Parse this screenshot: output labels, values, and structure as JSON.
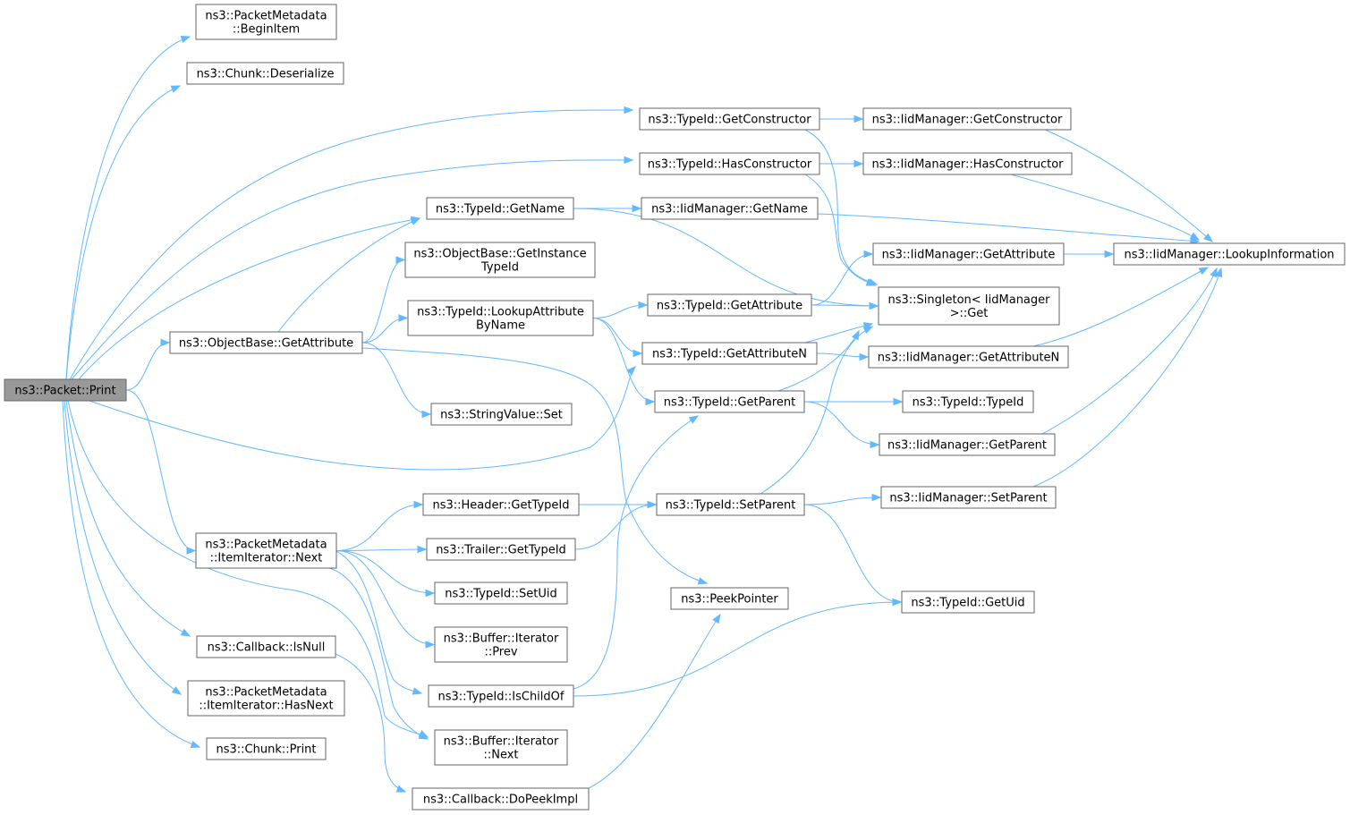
{
  "colors": {
    "edge": "#63b8ff",
    "node_border": "#666666",
    "root_fill": "#999999",
    "node_fill": "#ffffff"
  },
  "nodes": [
    {
      "id": "print",
      "lines": [
        "ns3::Packet::Print"
      ],
      "root": true
    },
    {
      "id": "beginitem",
      "lines": [
        "ns3::PacketMetadata",
        "::BeginItem"
      ]
    },
    {
      "id": "deserialize",
      "lines": [
        "ns3::Chunk::Deserialize"
      ]
    },
    {
      "id": "getconstructor",
      "lines": [
        "ns3::TypeId::GetConstructor"
      ]
    },
    {
      "id": "hasconstructor",
      "lines": [
        "ns3::TypeId::HasConstructor"
      ]
    },
    {
      "id": "getname",
      "lines": [
        "ns3::TypeId::GetName"
      ]
    },
    {
      "id": "getinstancetypeid",
      "lines": [
        "ns3::ObjectBase::GetInstance",
        "TypeId"
      ]
    },
    {
      "id": "obj_getattribute",
      "lines": [
        "ns3::ObjectBase::GetAttribute"
      ]
    },
    {
      "id": "lookupattrbyname",
      "lines": [
        "ns3::TypeId::LookupAttribute",
        "ByName"
      ]
    },
    {
      "id": "stringvalueset",
      "lines": [
        "ns3::StringValue::Set"
      ]
    },
    {
      "id": "pm_next",
      "lines": [
        "ns3::PacketMetadata",
        "::ItemIterator::Next"
      ]
    },
    {
      "id": "header_gettypeid",
      "lines": [
        "ns3::Header::GetTypeId"
      ]
    },
    {
      "id": "trailer_gettypeid",
      "lines": [
        "ns3::Trailer::GetTypeId"
      ]
    },
    {
      "id": "setuid",
      "lines": [
        "ns3::TypeId::SetUid"
      ]
    },
    {
      "id": "buf_prev",
      "lines": [
        "ns3::Buffer::Iterator",
        "::Prev"
      ]
    },
    {
      "id": "ischildof",
      "lines": [
        "ns3::TypeId::IsChildOf"
      ]
    },
    {
      "id": "buf_next",
      "lines": [
        "ns3::Buffer::Iterator",
        "::Next"
      ]
    },
    {
      "id": "isnull",
      "lines": [
        "ns3::Callback::IsNull"
      ]
    },
    {
      "id": "hasnext",
      "lines": [
        "ns3::PacketMetadata",
        "::ItemIterator::HasNext"
      ]
    },
    {
      "id": "chunk_print",
      "lines": [
        "ns3::Chunk::Print"
      ]
    },
    {
      "id": "dopeekimpl",
      "lines": [
        "ns3::Callback::DoPeekImpl"
      ]
    },
    {
      "id": "iid_getname",
      "lines": [
        "ns3::IidManager::GetName"
      ]
    },
    {
      "id": "tid_getattribute",
      "lines": [
        "ns3::TypeId::GetAttribute"
      ]
    },
    {
      "id": "getattributen",
      "lines": [
        "ns3::TypeId::GetAttributeN"
      ]
    },
    {
      "id": "getparent",
      "lines": [
        "ns3::TypeId::GetParent"
      ]
    },
    {
      "id": "setparent",
      "lines": [
        "ns3::TypeId::SetParent"
      ]
    },
    {
      "id": "peekpointer",
      "lines": [
        "ns3::PeekPointer"
      ]
    },
    {
      "id": "iid_getconstructor",
      "lines": [
        "ns3::IidManager::GetConstructor"
      ]
    },
    {
      "id": "iid_hasconstructor",
      "lines": [
        "ns3::IidManager::HasConstructor"
      ]
    },
    {
      "id": "iid_getattribute",
      "lines": [
        "ns3::IidManager::GetAttribute"
      ]
    },
    {
      "id": "singleton_get",
      "lines": [
        "ns3::Singleton< IidManager",
        ">::Get"
      ]
    },
    {
      "id": "iid_getattributen",
      "lines": [
        "ns3::IidManager::GetAttributeN"
      ]
    },
    {
      "id": "typeid_ctor",
      "lines": [
        "ns3::TypeId::TypeId"
      ]
    },
    {
      "id": "iid_getparent",
      "lines": [
        "ns3::IidManager::GetParent"
      ]
    },
    {
      "id": "iid_setparent",
      "lines": [
        "ns3::IidManager::SetParent"
      ]
    },
    {
      "id": "getuid",
      "lines": [
        "ns3::TypeId::GetUid"
      ]
    },
    {
      "id": "lookupinformation",
      "lines": [
        "ns3::IidManager::LookupInformation"
      ]
    }
  ],
  "edges": [
    [
      "print",
      "beginitem"
    ],
    [
      "print",
      "deserialize"
    ],
    [
      "print",
      "getconstructor"
    ],
    [
      "print",
      "hasconstructor"
    ],
    [
      "print",
      "getname"
    ],
    [
      "print",
      "obj_getattribute"
    ],
    [
      "print",
      "getattributen"
    ],
    [
      "print",
      "pm_next"
    ],
    [
      "print",
      "isnull"
    ],
    [
      "print",
      "hasnext"
    ],
    [
      "print",
      "chunk_print"
    ],
    [
      "print",
      "buf_next"
    ],
    [
      "obj_getattribute",
      "getname"
    ],
    [
      "obj_getattribute",
      "getinstancetypeid"
    ],
    [
      "obj_getattribute",
      "lookupattrbyname"
    ],
    [
      "obj_getattribute",
      "stringvalueset"
    ],
    [
      "obj_getattribute",
      "peekpointer"
    ],
    [
      "lookupattrbyname",
      "tid_getattribute"
    ],
    [
      "lookupattrbyname",
      "getattributen"
    ],
    [
      "lookupattrbyname",
      "getparent"
    ],
    [
      "pm_next",
      "header_gettypeid"
    ],
    [
      "pm_next",
      "trailer_gettypeid"
    ],
    [
      "pm_next",
      "setuid"
    ],
    [
      "pm_next",
      "buf_prev"
    ],
    [
      "pm_next",
      "ischildof"
    ],
    [
      "pm_next",
      "buf_next"
    ],
    [
      "header_gettypeid",
      "setparent"
    ],
    [
      "trailer_gettypeid",
      "setparent"
    ],
    [
      "ischildof",
      "getparent"
    ],
    [
      "ischildof",
      "getuid"
    ],
    [
      "isnull",
      "dopeekimpl"
    ],
    [
      "dopeekimpl",
      "peekpointer"
    ],
    [
      "getname",
      "iid_getname"
    ],
    [
      "getname",
      "singleton_get"
    ],
    [
      "getconstructor",
      "iid_getconstructor"
    ],
    [
      "getconstructor",
      "singleton_get"
    ],
    [
      "hasconstructor",
      "iid_hasconstructor"
    ],
    [
      "hasconstructor",
      "singleton_get"
    ],
    [
      "tid_getattribute",
      "iid_getattribute"
    ],
    [
      "tid_getattribute",
      "singleton_get"
    ],
    [
      "getattributen",
      "iid_getattributen"
    ],
    [
      "getattributen",
      "singleton_get"
    ],
    [
      "getparent",
      "typeid_ctor"
    ],
    [
      "getparent",
      "iid_getparent"
    ],
    [
      "getparent",
      "singleton_get"
    ],
    [
      "setparent",
      "iid_setparent"
    ],
    [
      "setparent",
      "getuid"
    ],
    [
      "setparent",
      "singleton_get"
    ],
    [
      "iid_getname",
      "lookupinformation"
    ],
    [
      "iid_getconstructor",
      "lookupinformation"
    ],
    [
      "iid_hasconstructor",
      "lookupinformation"
    ],
    [
      "iid_getattribute",
      "lookupinformation"
    ],
    [
      "iid_getattributen",
      "lookupinformation"
    ],
    [
      "iid_getparent",
      "lookupinformation"
    ],
    [
      "iid_setparent",
      "lookupinformation"
    ]
  ]
}
